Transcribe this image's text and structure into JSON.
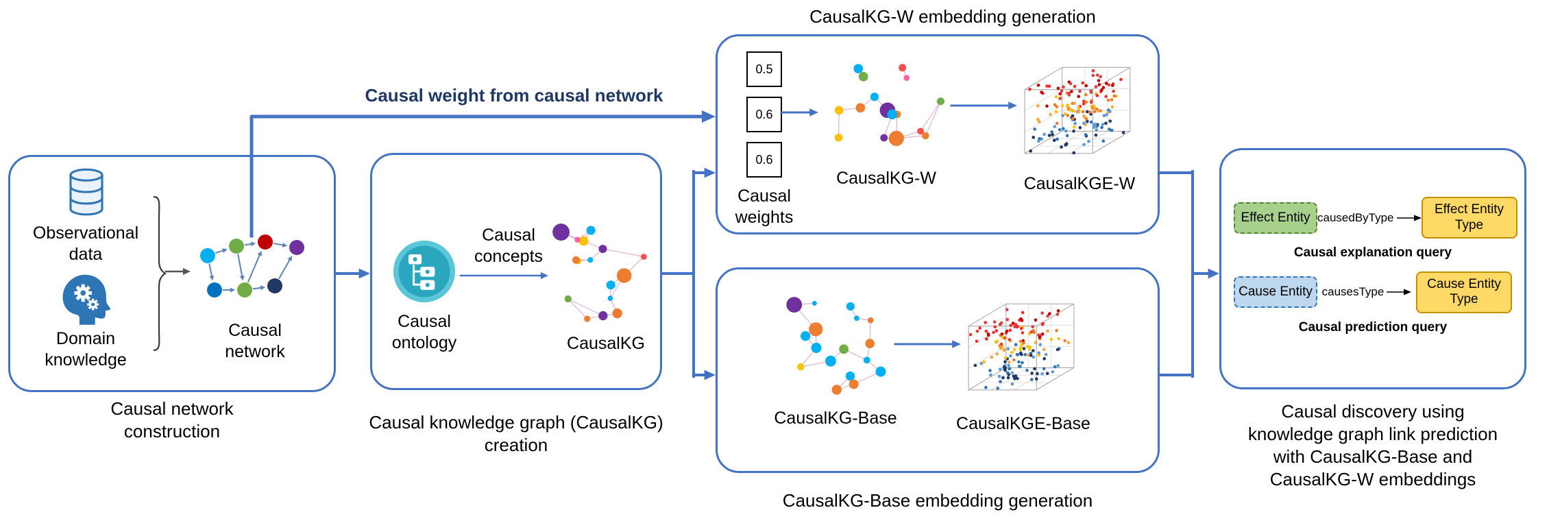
{
  "colors": {
    "panel_border": "#4472C4",
    "arrow_blue": "#4472C4",
    "weight_label_text": "#1F3864",
    "icon_blue": "#2E75B6",
    "ontology_teal_light": "#5BC6D8",
    "ontology_teal": "#2AA7BE",
    "effect_entity_bg": "#A8D08D",
    "effect_entity_border": "#538135",
    "cause_entity_bg": "#BDD7EE",
    "cause_entity_border": "#2E75B6",
    "entity_type_bg": "#FFD966",
    "entity_type_border": "#BF9000"
  },
  "weight_arrow_label": "Causal weight from causal network",
  "stage1": {
    "observational_label": "Observational data",
    "domain_label": "Domain knowledge",
    "network_label": "Causal network",
    "caption": "Causal network construction"
  },
  "stage2": {
    "ontology_label": "Causal ontology",
    "concepts_arrow_label": "Causal concepts",
    "kg_label": "CausalKG",
    "caption": "Causal knowledge graph (CausalKG) creation"
  },
  "stage3": {
    "title": "CausalKG-W embedding generation",
    "weights": [
      "0.5",
      "0.6",
      "0.6"
    ],
    "weights_label": "Causal weights",
    "kg_label": "CausalKG-W",
    "kge_label": "CausalKGE-W"
  },
  "stage4": {
    "kg_label": "CausalKG-Base",
    "kge_label": "CausalKGE-Base",
    "caption": "CausalKG-Base embedding generation"
  },
  "stage5": {
    "queries": [
      {
        "entity": "Effect Entity",
        "relation": "causedByType",
        "entity_type": "Effect Entity Type",
        "caption": "Causal explanation query"
      },
      {
        "entity": "Cause Entity",
        "relation": "causesType",
        "entity_type": "Cause Entity Type",
        "caption": "Causal prediction query"
      }
    ],
    "caption_lines": [
      "Causal discovery using",
      "knowledge graph link prediction",
      "with CausalKG-Base and",
      "CausalKG-W embeddings"
    ]
  },
  "icons": {
    "database": "database-icon",
    "head_gears": "head-gears-icon",
    "ontology": "ontology-icon",
    "causal_network": "causal-network-graph",
    "knowledge_graph": "knowledge-graph-icon",
    "embedding_cube": "embedding-scatter-cube-icon",
    "brace": "curly-brace-icon"
  }
}
